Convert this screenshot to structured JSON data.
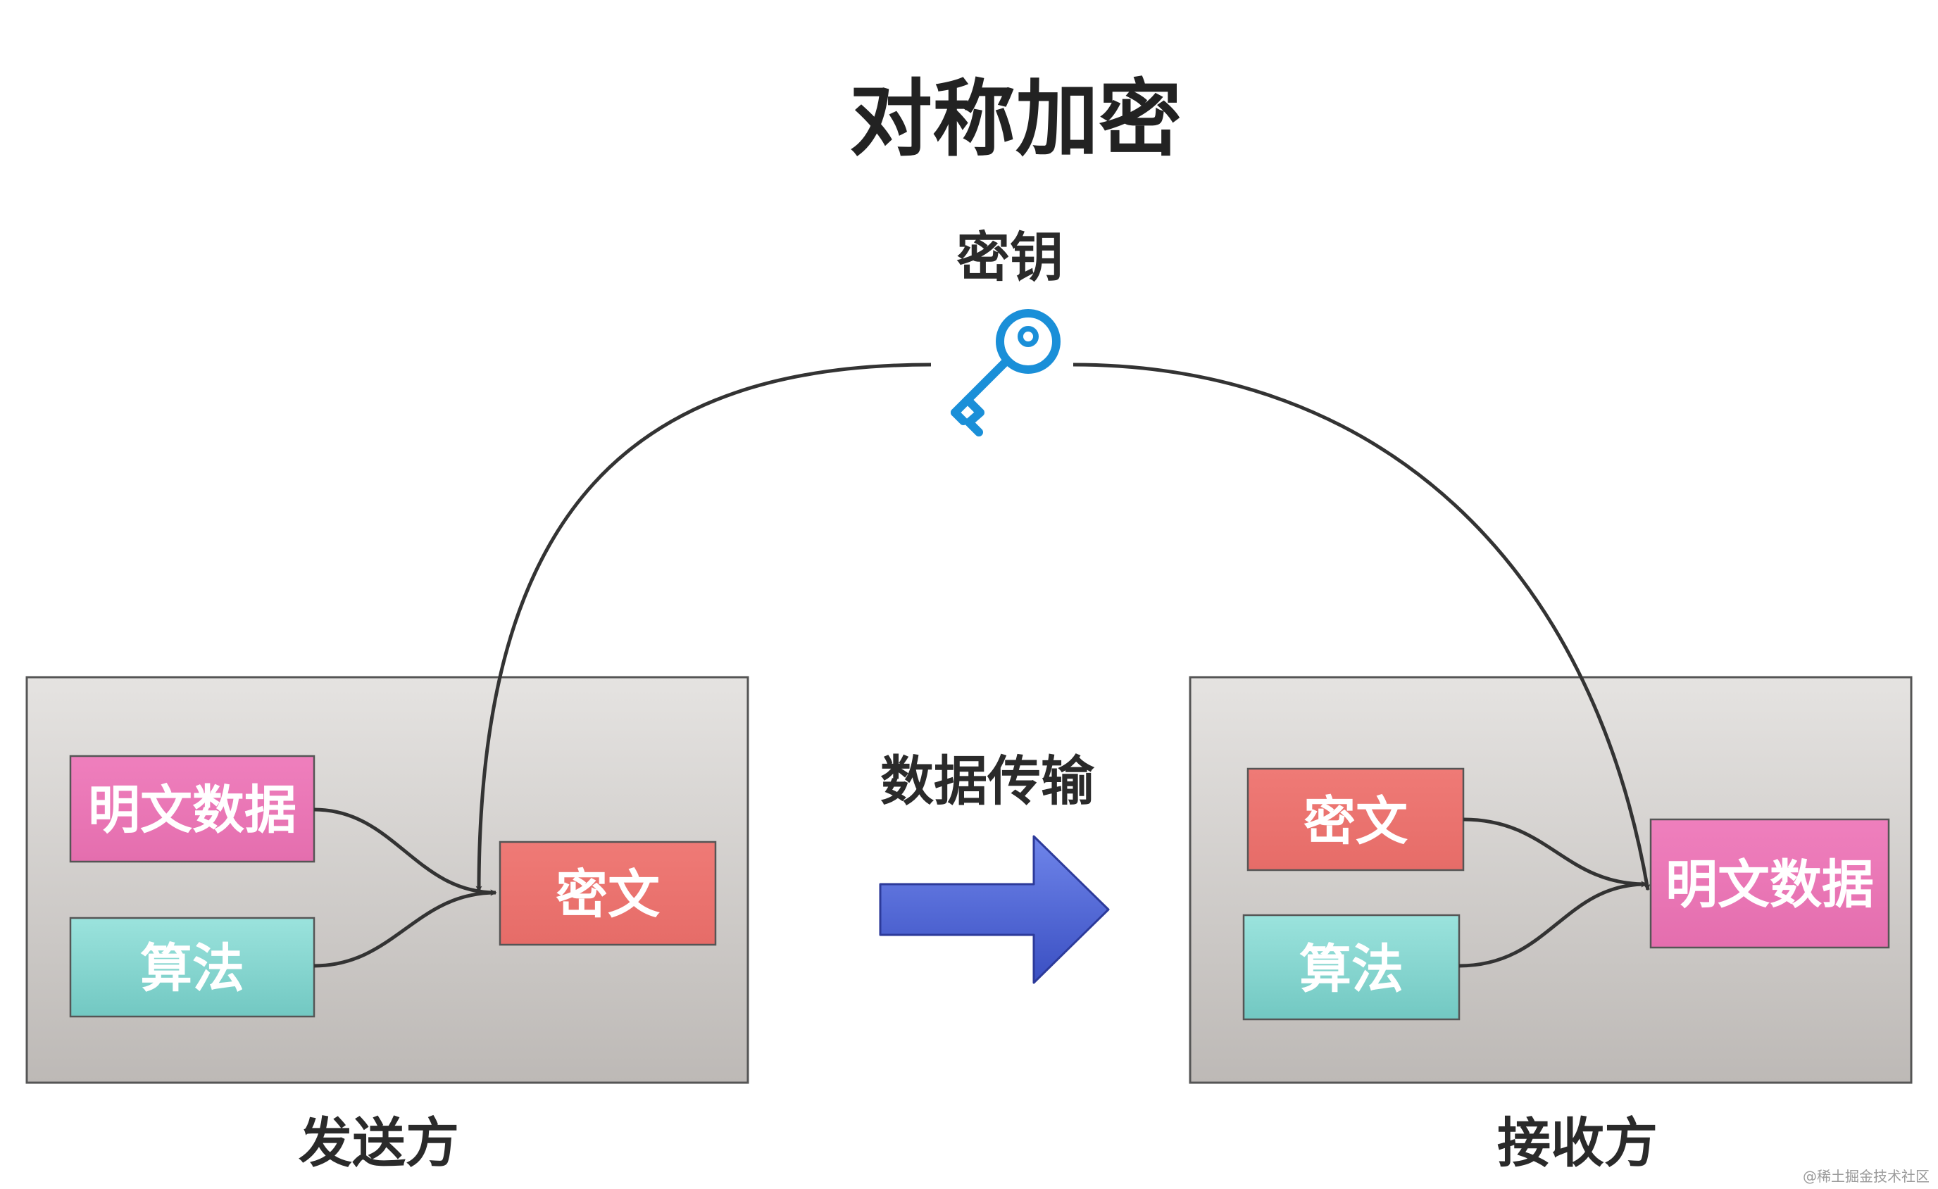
{
  "title": "对称加密",
  "key_label": "密钥",
  "transfer_label": "数据传输",
  "sender": {
    "label": "发送方",
    "plaintext": "明文数据",
    "algorithm": "算法",
    "ciphertext": "密文"
  },
  "receiver": {
    "label": "接收方",
    "ciphertext": "密文",
    "algorithm": "算法",
    "plaintext": "明文数据"
  },
  "watermark": "@稀土掘金技术社区",
  "colors": {
    "plaintext_box": "#ec79b7",
    "ciphertext_box": "#ec7470",
    "algorithm_box": "#8fdcd6",
    "panel_top": "#e5e3e1",
    "panel_bottom": "#bdb9b6",
    "key_icon": "#1a8fd8",
    "arrow_fill": "#4b62d6",
    "line": "#333333"
  }
}
